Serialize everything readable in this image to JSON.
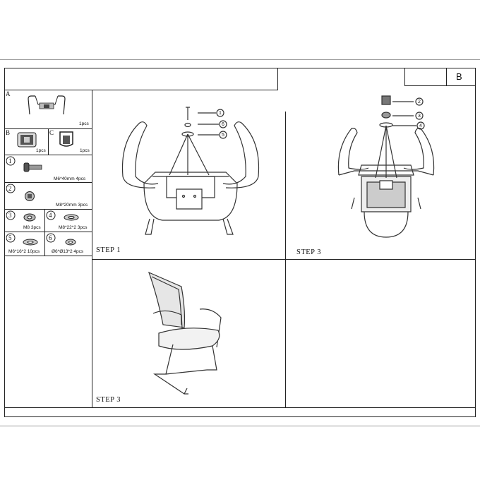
{
  "header": {
    "page_letter": "B"
  },
  "parts": {
    "A": {
      "label": "A",
      "qty": "1pcs"
    },
    "B": {
      "label": "B",
      "qty": "1pcs"
    },
    "C": {
      "label": "C",
      "qty": "1pcs"
    },
    "p1": {
      "num": "1",
      "desc": "M6*40mm  4pcs"
    },
    "p2": {
      "num": "2",
      "desc": "M8*20mm  3pcs"
    },
    "p3": {
      "num": "3",
      "desc": "M8 3pcs"
    },
    "p4": {
      "num": "4",
      "desc": "M8*22*2  3pcs"
    },
    "p5": {
      "num": "5",
      "desc": "M6*16*2  10pcs"
    },
    "p6": {
      "num": "6",
      "desc": "Ø6*Ø13*2  4pcs"
    }
  },
  "panels": {
    "top_left": {
      "step": "STEP  1",
      "callouts": [
        "1",
        "6",
        "5"
      ]
    },
    "top_right": {
      "step": "STEP  3",
      "callouts": [
        "2",
        "3",
        "4"
      ]
    },
    "bottom_left": {
      "step": "STEP  3"
    }
  }
}
